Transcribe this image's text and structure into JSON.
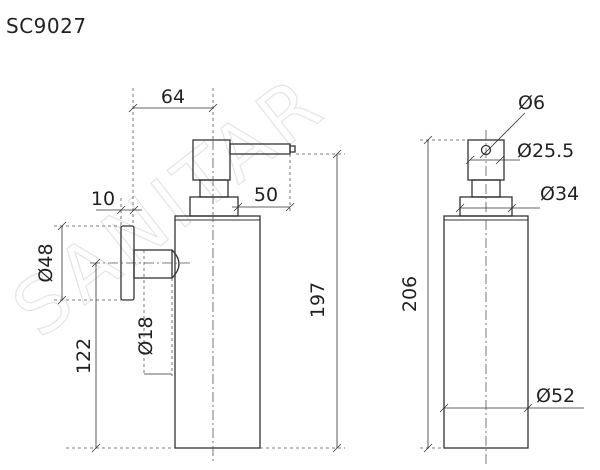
{
  "model": "SC9027",
  "watermark": "SANITAR",
  "dimensions": {
    "d64": "64",
    "d10": "10",
    "d50": "50",
    "dia48": "Ø48",
    "dia18": "Ø18",
    "d122": "122",
    "d197": "197",
    "d206": "206",
    "dia6": "Ø6",
    "dia25_5": "Ø25.5",
    "dia34": "Ø34",
    "dia52": "Ø52"
  }
}
